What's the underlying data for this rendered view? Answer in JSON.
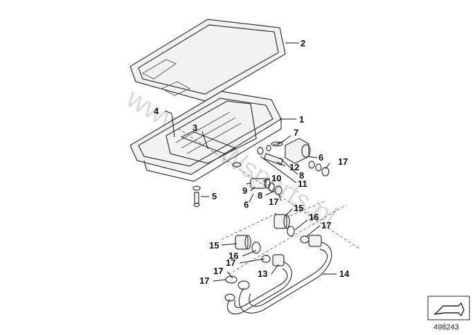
{
  "watermark": "www.BMWsparts.pl",
  "reference_number": "498243",
  "callouts": [
    "1",
    "2",
    "3",
    "4",
    "5",
    "6",
    "6",
    "7",
    "8",
    "8",
    "9",
    "10",
    "11",
    "12",
    "13",
    "14",
    "15",
    "15",
    "16",
    "16",
    "17",
    "17",
    "17",
    "17",
    "17",
    "17"
  ]
}
